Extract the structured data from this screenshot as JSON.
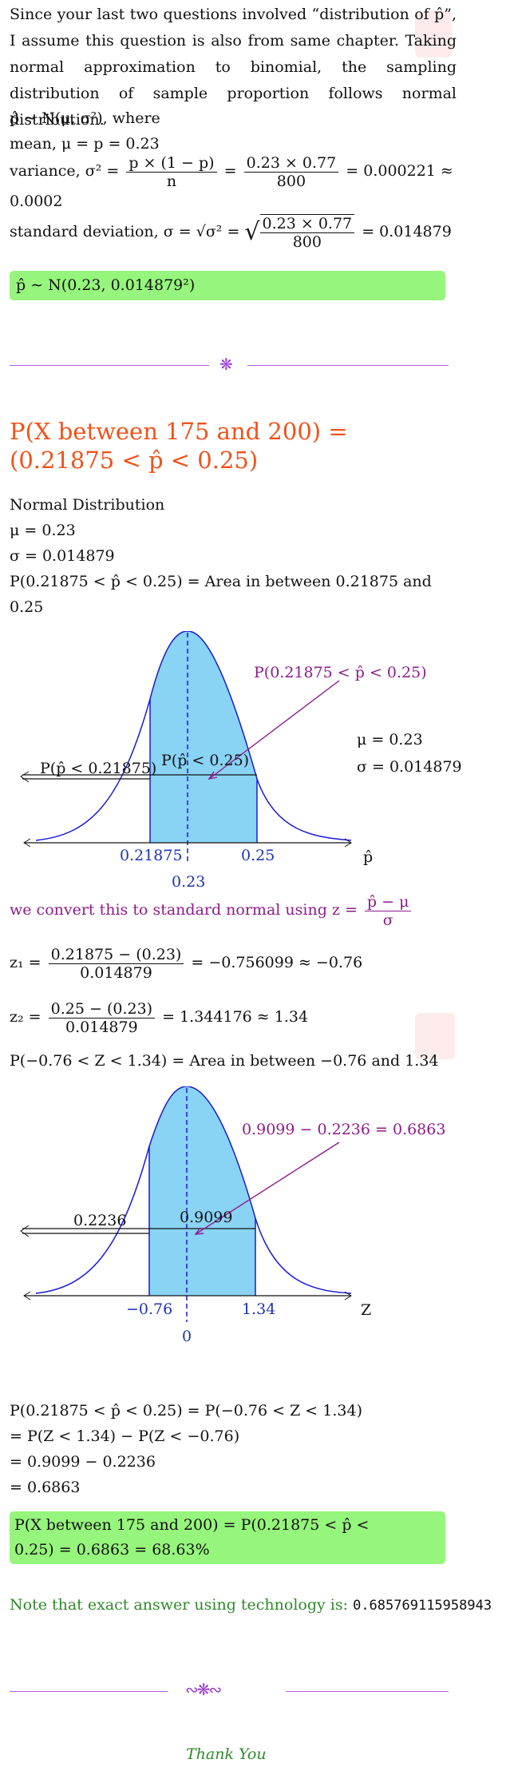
{
  "intro": "Since your last two questions involved “distribution of p̂”, I assume this question is also from same chapter. Taking normal approximation to binomial, the sampling distribution of sample proportion follows normal distribution.",
  "dist_line": "p̂ ∼ N(μ, σ²), where",
  "mean_line": "mean, μ = p = 0.23",
  "var_prefix": "variance, σ² =",
  "var_frac1_num": "p × (1 − p)",
  "var_frac1_den": "n",
  "var_eq": "=",
  "var_frac2_num": "0.23 × 0.77",
  "var_frac2_den": "800",
  "var_result": "= 0.000221 ≈",
  "var_approx": "0.0002",
  "sd_prefix": "standard deviation, σ = √σ² =",
  "sd_frac_num": "0.23 × 0.77",
  "sd_frac_den": "800",
  "sd_result": "= 0.014879",
  "box1": "p̂ ∼ N(0.23, 0.014879²)",
  "section_title": "P(X between 175 and 200) = (0.21875 < p̂ < 0.25)",
  "normal_dist": "Normal Distribution",
  "mu_line": "μ = 0.23",
  "sigma_line": "σ = 0.014879",
  "area_line1": "P(0.21875 < p̂ < 0.25) = Area in between 0.21875 and",
  "area_line2": "0.25",
  "graph1": {
    "arrow_label": "P(0.21875 < p̂ < 0.25)",
    "left_label": "P(p̂ < 0.21875)",
    "mid_label": "P(p̂ < 0.25)",
    "mu_label": "μ = 0.23",
    "sigma_label": "σ = 0.014879",
    "tick_left": "0.21875",
    "tick_right": "0.25",
    "tick_center": "0.23",
    "axis_label": "p̂"
  },
  "convert_text": "we convert this to standard normal using z =",
  "convert_num": "p̂ − μ",
  "convert_den": "σ",
  "z1_prefix": "z₁ =",
  "z1_num": "0.21875 − (0.23)",
  "z1_den": "0.014879",
  "z1_result": "= −0.756099 ≈ −0.76",
  "z2_prefix": "z₂ =",
  "z2_num": "0.25 − (0.23)",
  "z2_den": "0.014879",
  "z2_result": "= 1.344176 ≈ 1.34",
  "z_area_line": "P(−0.76 < Z < 1.34) = Area in between −0.76 and 1.34",
  "graph2": {
    "arrow_label": "0.9099 − 0.2236 = 0.6863",
    "left_label": "0.2236",
    "mid_label": "0.9099",
    "tick_left": "−0.76",
    "tick_right": "1.34",
    "tick_center": "0",
    "axis_label": "Z"
  },
  "calc": [
    "P(0.21875 < p̂ < 0.25) = P(−0.76 < Z < 1.34)",
    "= P(Z < 1.34) − P(Z < −0.76)",
    "= 0.9099 − 0.2236",
    "= 0.6863"
  ],
  "box2_line1": "P(X between 175 and 200) = P(0.21875  <  p̂  <",
  "box2_line2": "0.25) = 0.6863 = 68.63%",
  "note_text": "Note that exact answer using technology is:",
  "note_value": "0.685769115958943",
  "thank_you": "Thank You",
  "colors": {
    "green_box": "#96f57c",
    "orange_heading": "#f0521a",
    "purple_text": "#8e1b8c",
    "blue_curve": "#1a1ad6",
    "shade": "#89d3f5",
    "separator": "#b35ce3"
  }
}
